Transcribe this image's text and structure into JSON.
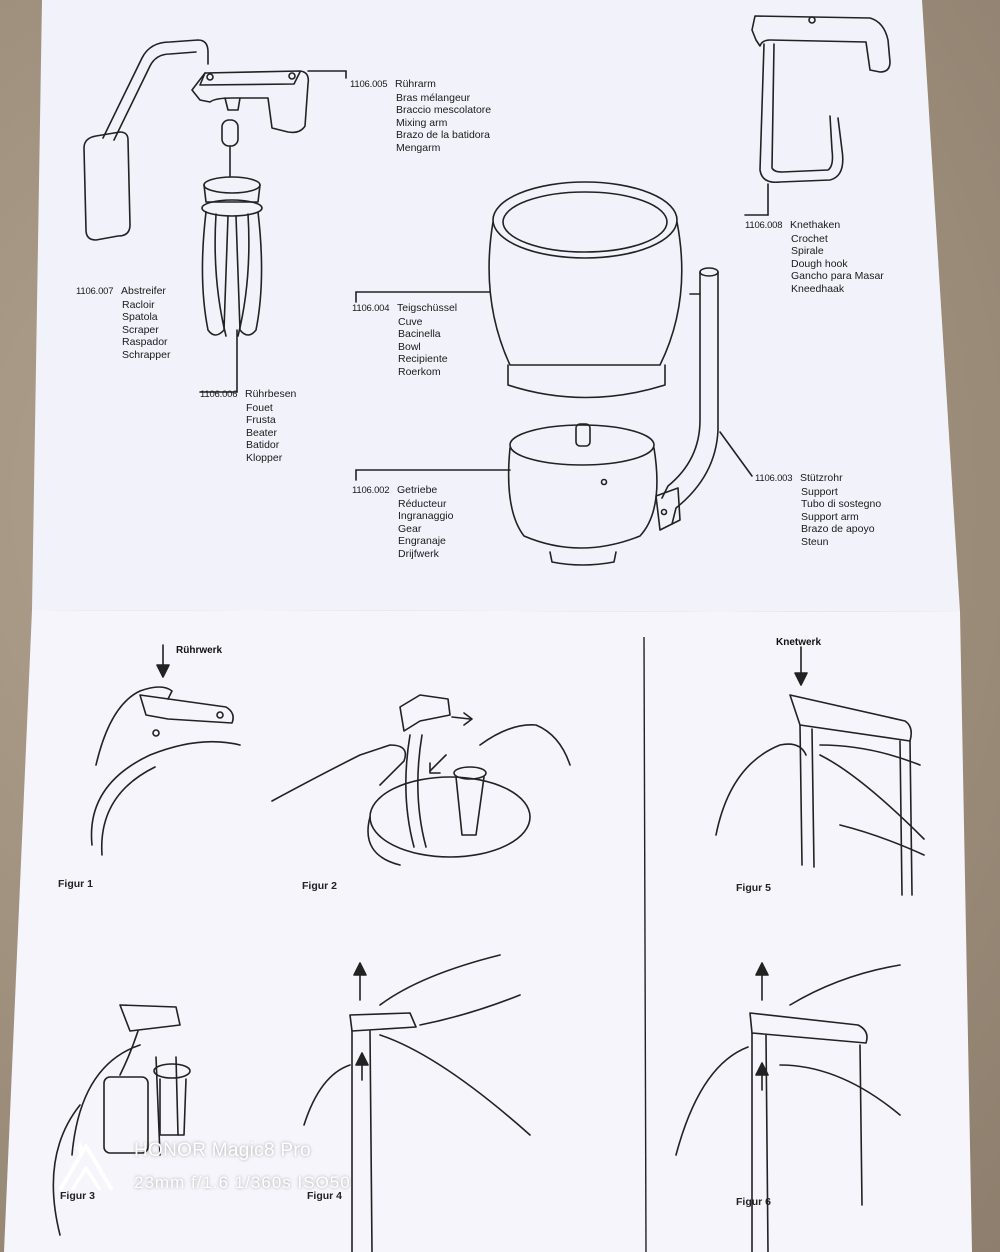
{
  "parts": [
    {
      "code": "1106.005",
      "names": [
        "Rührarm",
        "Bras mélangeur",
        "Braccio mescolatore",
        "Mixing arm",
        "Brazo de la batidora",
        "Mengarm"
      ]
    },
    {
      "code": "1106.008",
      "names": [
        "Knethaken",
        "Crochet",
        "Spirale",
        "Dough hook",
        "Gancho para Masar",
        "Kneedhaak"
      ]
    },
    {
      "code": "1106.007",
      "names": [
        "Abstreifer",
        "Racloir",
        "Spatola",
        "Scraper",
        "Raspador",
        "Schrapper"
      ]
    },
    {
      "code": "1106.004",
      "names": [
        "Teigschüssel",
        "Cuve",
        "Bacinella",
        "Bowl",
        "Recipiente",
        "Roerkom"
      ]
    },
    {
      "code": "1106.006",
      "names": [
        "Rührbesen",
        "Fouet",
        "Frusta",
        "Beater",
        "Batidor",
        "Klopper"
      ]
    },
    {
      "code": "1106.003",
      "names": [
        "Stützrohr",
        "Support",
        "Tubo di sostegno",
        "Support arm",
        "Brazo de apoyo",
        "Steun"
      ]
    },
    {
      "code": "1106.002",
      "names": [
        "Getriebe",
        "Réducteur",
        "Ingranaggio",
        "Gear",
        "Engranaje",
        "Drijfwerk"
      ]
    }
  ],
  "headings": {
    "ruhrwerk": "Rührwerk",
    "knetwerk": "Knetwerk"
  },
  "figures": [
    "Figur 1",
    "Figur 2",
    "Figur 3",
    "Figur 4",
    "Figur 5",
    "Figur 6"
  ],
  "watermark": {
    "brand": "HONOR Magic8 Pro",
    "specs": "23mm  f/1.6  1/360s  ISO50"
  },
  "colors": {
    "paper": "#f3f4fb",
    "ink": "#1a1a1a",
    "background": "#a08f7e"
  }
}
